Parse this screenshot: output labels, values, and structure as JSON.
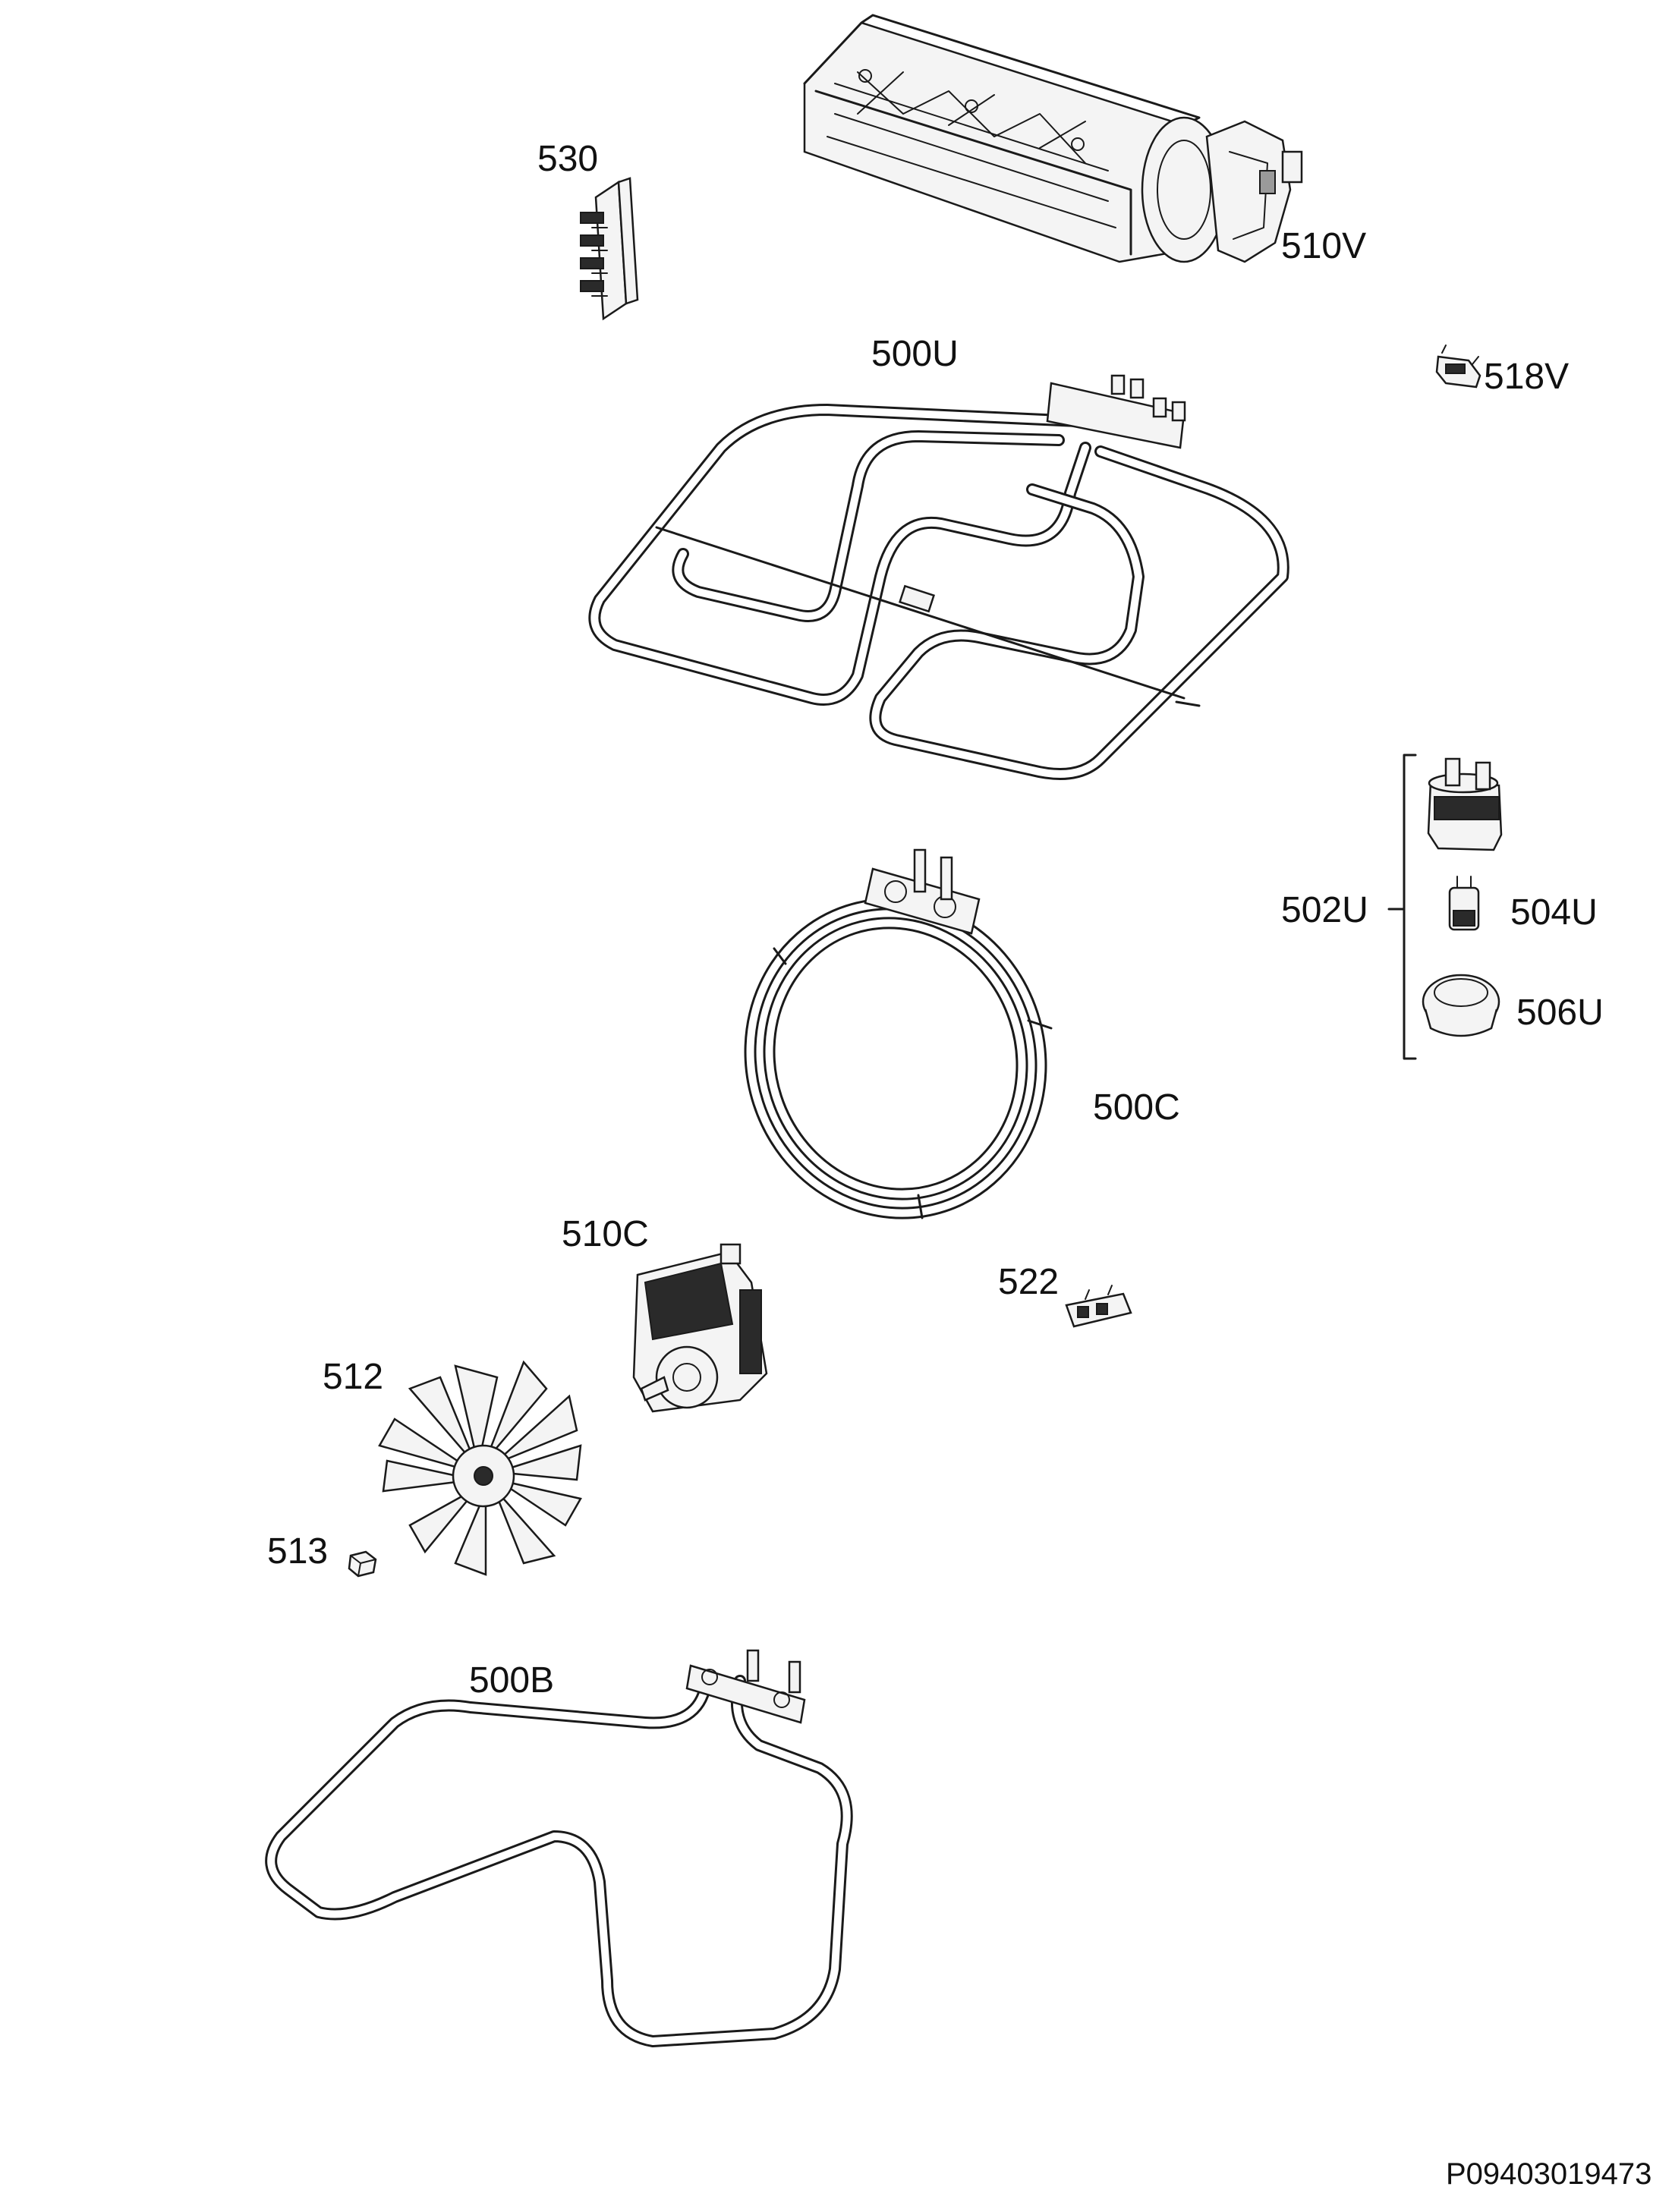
{
  "labels": {
    "p530": "530",
    "p510v": "510V",
    "p500u": "500U",
    "p518v": "518V",
    "p502u": "502U",
    "p504u": "504U",
    "p506u": "506U",
    "p500c": "500C",
    "p510c": "510C",
    "p522": "522",
    "p512": "512",
    "p513": "513",
    "p500b": "500B"
  },
  "document_code": "P09403019473"
}
